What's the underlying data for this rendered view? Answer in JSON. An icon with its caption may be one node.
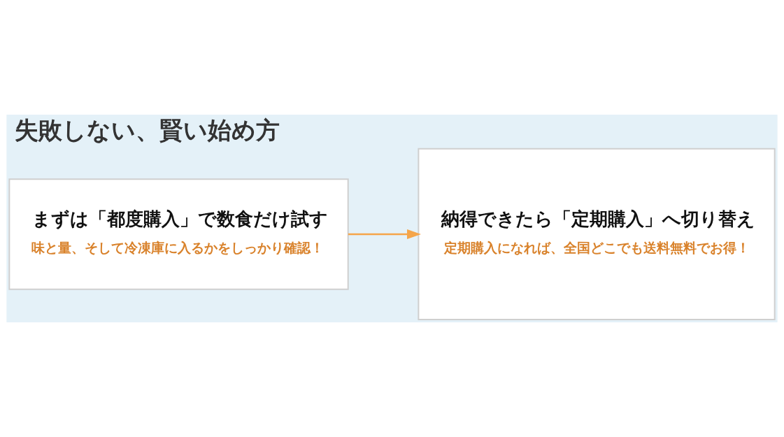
{
  "diagram": {
    "title": "失敗しない、賢い始め方",
    "nodes": [
      {
        "text": [
          "まずは「都度購入」で数食だけ試す",
          "味と量、そして冷凍庫に入るかをしっかり確認！"
        ]
      },
      {
        "text": [
          "納得できたら「定期購入」へ切り替え",
          "定期購入になれば、全国どこでも送料無料でお得！"
        ]
      }
    ],
    "edges": [
      {
        "from": 0,
        "to": 1,
        "arrow": "to",
        "color": "#f5a54a"
      }
    ]
  }
}
